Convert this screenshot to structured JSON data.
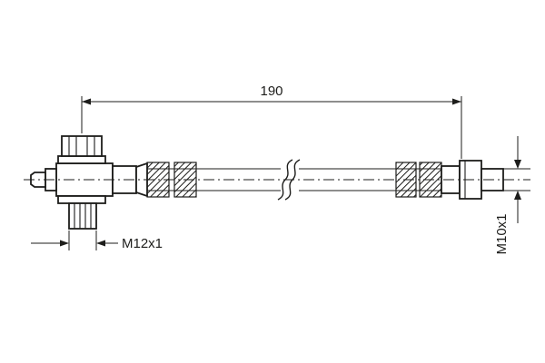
{
  "diagram": {
    "type": "technical-drawing",
    "subject": "brake hose assembly with banjo fitting and threaded end fitting",
    "labels": {
      "overall_length": "190",
      "thread_left": "M12x1",
      "thread_right": "M10x1"
    },
    "colors": {
      "line": "#1d1d1b",
      "background": "#ffffff",
      "hatch": "#1d1d1b"
    }
  }
}
